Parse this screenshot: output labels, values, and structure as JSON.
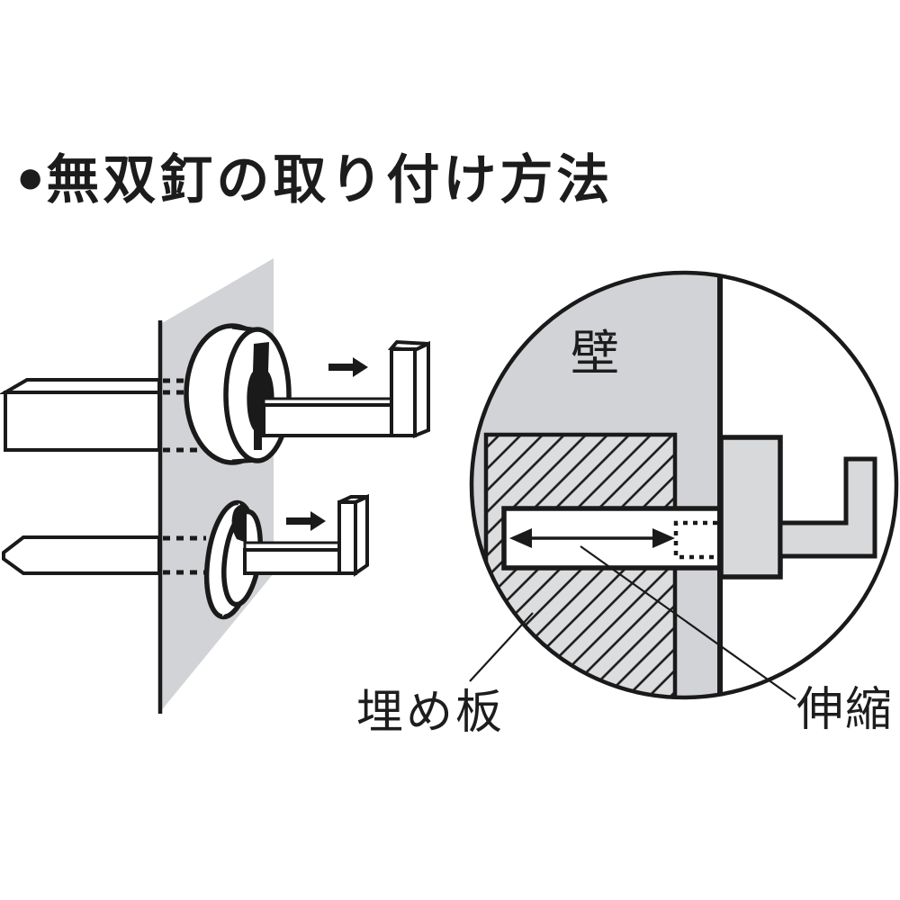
{
  "title": {
    "bullet": "●",
    "text": "無双釘の取り付け方法"
  },
  "figure": {
    "labels": {
      "wall": "壁",
      "backing_plate": "埋め板",
      "expansion": "伸縮"
    }
  },
  "colors": {
    "ink": "#1a1a1a",
    "wall_gray": "#d2d3d6",
    "hatch_bg": "#dcdddf",
    "fixture_gray": "#d8d9db"
  }
}
